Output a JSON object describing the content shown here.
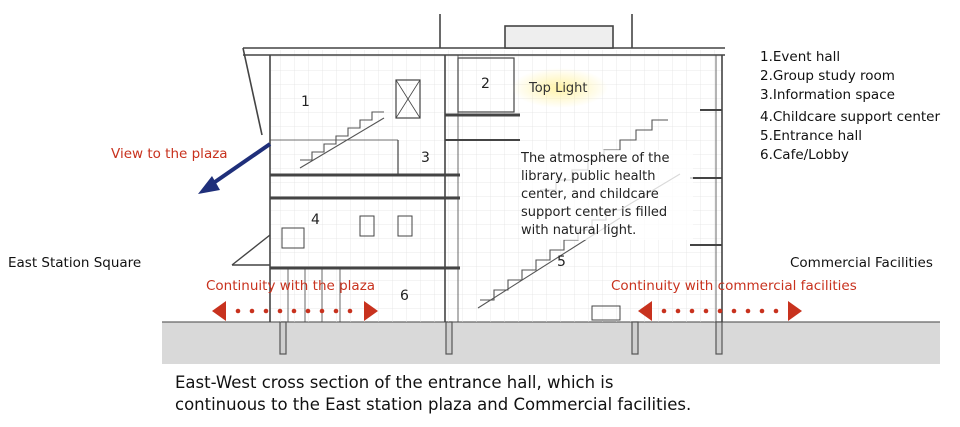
{
  "legend": [
    "1.Event hall",
    "2.Group study room",
    "3.Information space",
    "4.Childcare support center",
    "5.Entrance hall",
    "6.Cafe/Lobby"
  ],
  "space_numbers": [
    "1",
    "2",
    "3",
    "4",
    "5",
    "6"
  ],
  "annotations": {
    "top_light": "Top Light",
    "view_to_plaza": "View to the plaza",
    "atmosphere": "The atmosphere of the library, public health center, and childcare support center is filled with natural light.",
    "continuity_plaza": "Continuity with the plaza",
    "continuity_commercial": "Continuity with commercial facilities"
  },
  "sides": {
    "west": "East Station Square",
    "east": "Commercial Facilities"
  },
  "caption": {
    "line1": "East-West cross section of the entrance hall, which is",
    "line2": "continuous to the East station plaza and Commercial facilities."
  },
  "colors": {
    "arrow_blue": "#1f2f7a",
    "annotation_red": "#c8321e",
    "top_light_glow": "#fff3a8",
    "ground": "#d9d9d9"
  }
}
